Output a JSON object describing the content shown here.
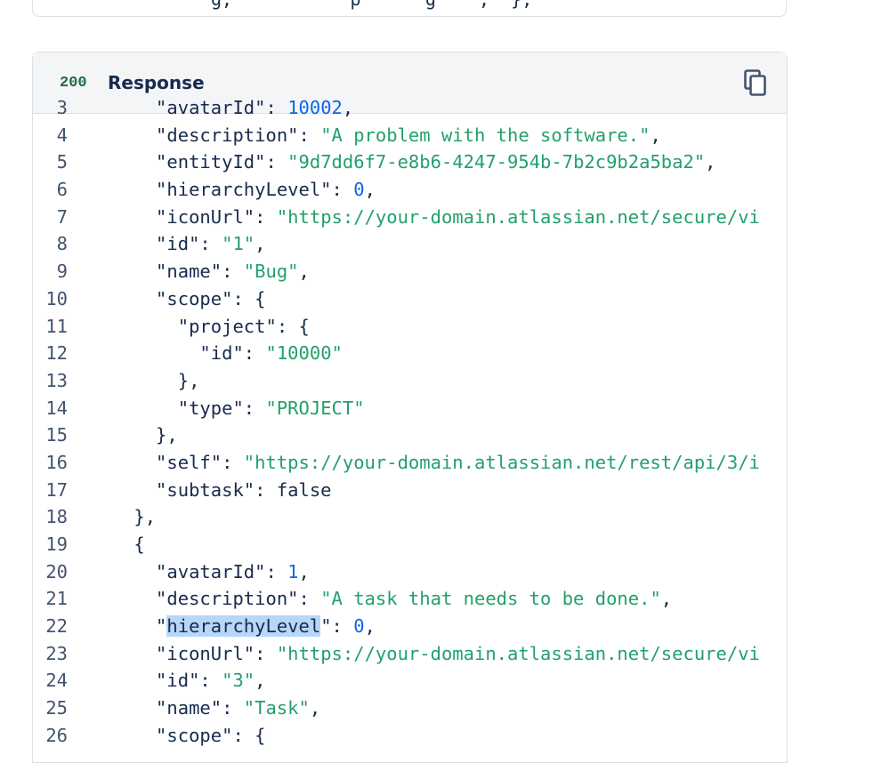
{
  "previous_card": {
    "text": "g,           p      g    ,  },"
  },
  "response": {
    "status": "200",
    "title": "Response",
    "copy_icon": "copy-icon"
  },
  "code": {
    "colors": {
      "text": "#172b4d",
      "string": "#22a06b",
      "number": "#0c66e4",
      "line_number": "#44546f",
      "selection": "#b7d7f8"
    },
    "lines": [
      {
        "n": "3",
        "tokens": [
          [
            "p",
            "      \""
          ],
          [
            "p",
            "avatarId"
          ],
          [
            "p",
            "\": "
          ],
          [
            "num",
            "10002"
          ],
          [
            "p",
            ","
          ]
        ]
      },
      {
        "n": "4",
        "tokens": [
          [
            "p",
            "      \"description\": "
          ],
          [
            "str",
            "\"A problem with the software.\""
          ],
          [
            "p",
            ","
          ]
        ]
      },
      {
        "n": "5",
        "tokens": [
          [
            "p",
            "      \"entityId\": "
          ],
          [
            "str",
            "\"9d7dd6f7-e8b6-4247-954b-7b2c9b2a5ba2\""
          ],
          [
            "p",
            ","
          ]
        ]
      },
      {
        "n": "6",
        "tokens": [
          [
            "p",
            "      \"hierarchyLevel\": "
          ],
          [
            "num",
            "0"
          ],
          [
            "p",
            ","
          ]
        ]
      },
      {
        "n": "7",
        "tokens": [
          [
            "p",
            "      \"iconUrl\": "
          ],
          [
            "str",
            "\"https://your-domain.atlassian.net/secure/vi"
          ]
        ]
      },
      {
        "n": "8",
        "tokens": [
          [
            "p",
            "      \"id\": "
          ],
          [
            "str",
            "\"1\""
          ],
          [
            "p",
            ","
          ]
        ]
      },
      {
        "n": "9",
        "tokens": [
          [
            "p",
            "      \"name\": "
          ],
          [
            "str",
            "\"Bug\""
          ],
          [
            "p",
            ","
          ]
        ]
      },
      {
        "n": "10",
        "tokens": [
          [
            "p",
            "      \"scope\": {"
          ]
        ]
      },
      {
        "n": "11",
        "tokens": [
          [
            "p",
            "        \"project\": {"
          ]
        ]
      },
      {
        "n": "12",
        "tokens": [
          [
            "p",
            "          \"id\": "
          ],
          [
            "str",
            "\"10000\""
          ]
        ]
      },
      {
        "n": "13",
        "tokens": [
          [
            "p",
            "        },"
          ]
        ]
      },
      {
        "n": "14",
        "tokens": [
          [
            "p",
            "        \"type\": "
          ],
          [
            "str",
            "\"PROJECT\""
          ]
        ]
      },
      {
        "n": "15",
        "tokens": [
          [
            "p",
            "      },"
          ]
        ]
      },
      {
        "n": "16",
        "tokens": [
          [
            "p",
            "      \"self\": "
          ],
          [
            "str",
            "\"https://your-domain.atlassian.net/rest/api/3/i"
          ]
        ]
      },
      {
        "n": "17",
        "tokens": [
          [
            "p",
            "      \"subtask\": false"
          ]
        ]
      },
      {
        "n": "18",
        "tokens": [
          [
            "p",
            "    },"
          ]
        ]
      },
      {
        "n": "19",
        "tokens": [
          [
            "p",
            "    {"
          ]
        ]
      },
      {
        "n": "20",
        "tokens": [
          [
            "p",
            "      \"avatarId\": "
          ],
          [
            "num",
            "1"
          ],
          [
            "p",
            ","
          ]
        ]
      },
      {
        "n": "21",
        "tokens": [
          [
            "p",
            "      \"description\": "
          ],
          [
            "str",
            "\"A task that needs to be done.\""
          ],
          [
            "p",
            ","
          ]
        ]
      },
      {
        "n": "22",
        "tokens": [
          [
            "p",
            "      \""
          ],
          [
            "sel",
            "hierarchyLevel"
          ],
          [
            "p",
            "\": "
          ],
          [
            "num",
            "0"
          ],
          [
            "p",
            ","
          ]
        ]
      },
      {
        "n": "23",
        "tokens": [
          [
            "p",
            "      \"iconUrl\": "
          ],
          [
            "str",
            "\"https://your-domain.atlassian.net/secure/vi"
          ]
        ]
      },
      {
        "n": "24",
        "tokens": [
          [
            "p",
            "      \"id\": "
          ],
          [
            "str",
            "\"3\""
          ],
          [
            "p",
            ","
          ]
        ]
      },
      {
        "n": "25",
        "tokens": [
          [
            "p",
            "      \"name\": "
          ],
          [
            "str",
            "\"Task\""
          ],
          [
            "p",
            ","
          ]
        ]
      },
      {
        "n": "26",
        "tokens": [
          [
            "p",
            "      \"scope\": {"
          ]
        ]
      }
    ]
  }
}
